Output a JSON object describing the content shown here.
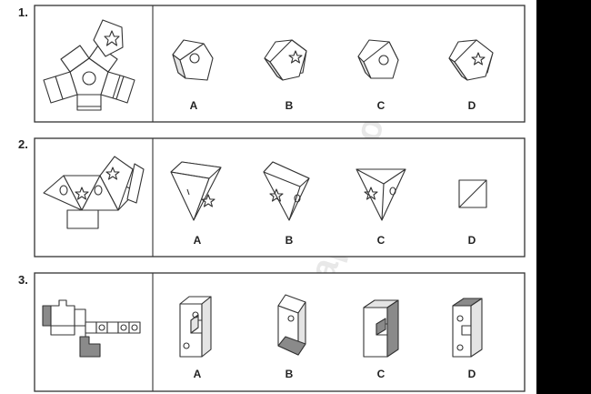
{
  "watermark": "ork-graphics.com",
  "questions": [
    {
      "number": "1.",
      "options": [
        "A",
        "B",
        "C",
        "D"
      ]
    },
    {
      "number": "2.",
      "options": [
        "A",
        "B",
        "C",
        "D"
      ]
    },
    {
      "number": "3.",
      "options": [
        "A",
        "B",
        "C",
        "D"
      ]
    }
  ],
  "colors": {
    "line": "#333333",
    "shade_dark": "#8a8a8a",
    "shade_light": "#e4e4e4",
    "side_bar": "#000000"
  }
}
